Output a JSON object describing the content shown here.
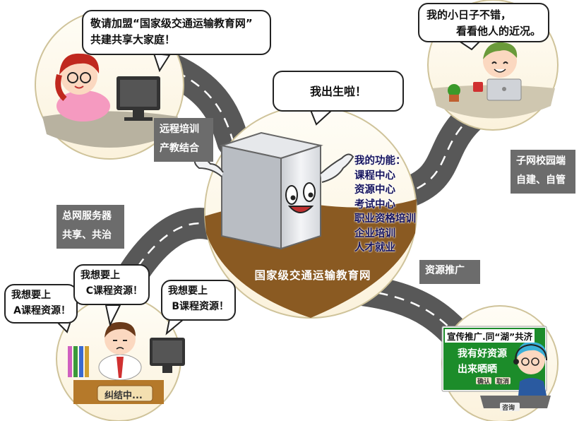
{
  "bubbles": {
    "invite": [
      "敬请加盟“国家级交通运输教育网”",
      "共建共享大家庭！"
    ],
    "born": "我出生啦！",
    "happy": [
      "我的小日子不错，",
      "看看他人的近况。"
    ],
    "want_a": [
      "我想要上",
      "A课程资源！"
    ],
    "want_c": [
      "我想要上",
      "C课程资源！"
    ],
    "want_b": [
      "我想要上",
      "B课程资源！"
    ]
  },
  "tags": {
    "remote": [
      "远程培训",
      "产教结合"
    ],
    "subnet": [
      "子网校园端",
      "自建、自管"
    ],
    "mainnet": [
      "总网服务器",
      "共享、共治"
    ],
    "promo": "资源推广"
  },
  "functions": {
    "title": "我的功能：",
    "items": [
      "课程中心",
      "资源中心",
      "考试中心",
      "职业资格培训",
      "企业培训",
      "人才就业"
    ]
  },
  "center_title": "国家级交通运输教育网",
  "board": {
    "header": "宣传推广.同“湖”共济",
    "line1": "我有好资源",
    "line2": "出来晒晒",
    "btn_ok": "确认",
    "btn_cancel": "取消",
    "desk_sign": "咨询"
  },
  "confused_sign": "纠结中...",
  "colors": {
    "road": "#585858",
    "road_dash": "#ffffff",
    "circle_outline": "#cfc39a",
    "ground": "#8a5a22",
    "tag_bg": "#6c6c6c",
    "board_green": "#1c8c2a",
    "function_text": "#15135e"
  }
}
